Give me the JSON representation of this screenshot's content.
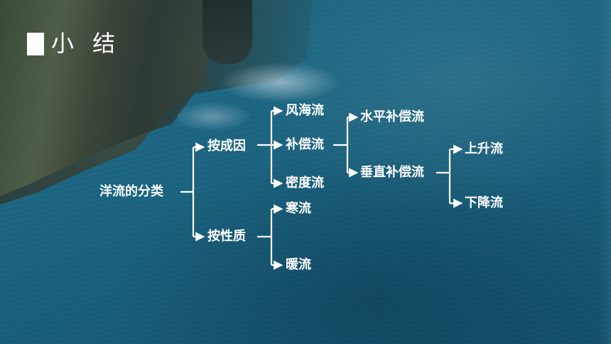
{
  "title": "小 结",
  "tree": {
    "root": "洋流的分类",
    "by_cause": {
      "label": "按成因",
      "wind": "风海流",
      "compensation": {
        "label": "补偿流",
        "horizontal": "水平补偿流",
        "vertical": {
          "label": "垂直补偿流",
          "up": "上升流",
          "down": "下降流"
        }
      },
      "density": "密度流"
    },
    "by_property": {
      "label": "按性质",
      "cold": "寒流",
      "warm": "暖流"
    }
  },
  "colors": {
    "text": "#ffffff",
    "line": "#ffffff"
  }
}
